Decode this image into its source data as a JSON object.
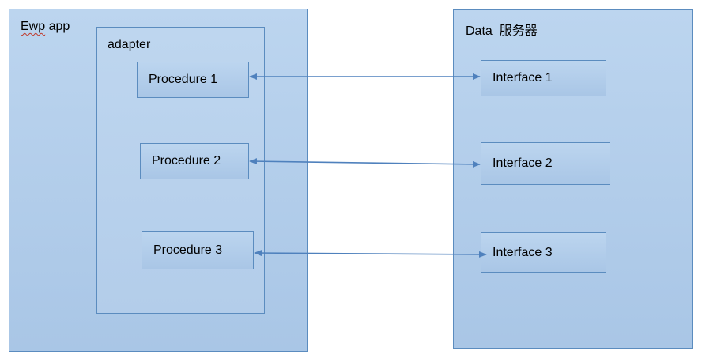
{
  "left_container": {
    "title_first": "Ewp",
    "title_rest": " app"
  },
  "adapter": {
    "title": "adapter"
  },
  "procedures": [
    {
      "label": "Procedure 1"
    },
    {
      "label": "Procedure 2"
    },
    {
      "label": "Procedure 3"
    }
  ],
  "right_container": {
    "title": "Data  服务器"
  },
  "interfaces": [
    {
      "label": "Interface 1"
    },
    {
      "label": "Interface 2"
    },
    {
      "label": "Interface 3"
    }
  ],
  "colors": {
    "fill": "#b4cfeb",
    "border": "#5b8cbf",
    "arrow": "#4f81bd"
  }
}
